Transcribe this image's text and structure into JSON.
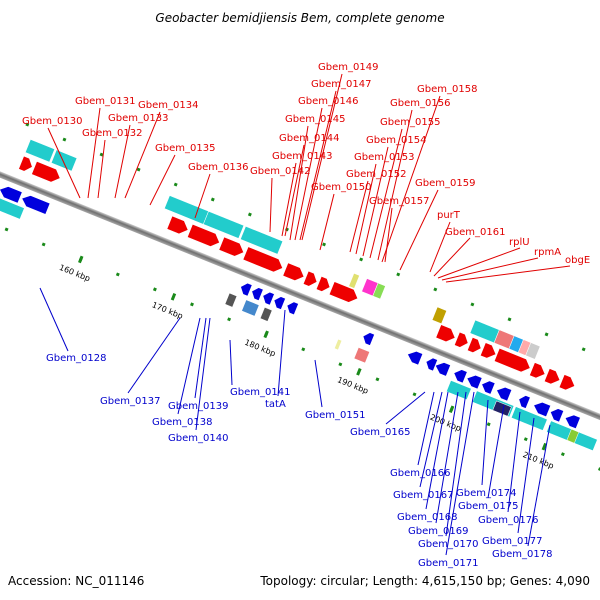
{
  "title": "Geobacter bemidjiensis Bem, complete genome",
  "accession": "Accession: NC_011146",
  "summary": "Topology: circular; Length: 4,615,150 bp; Genes: 4,090",
  "colors": {
    "top_strand_label": "#e00000",
    "bottom_strand_label": "#0000cc",
    "forward_gene": "#ee0000",
    "reverse_gene": "#0000dd",
    "cyan_feature": "#22cccc",
    "backbone": "#888888",
    "tick_mark": "#1a8a1a"
  },
  "ticks": [
    "160 kbp",
    "170 kbp",
    "180 kbp",
    "190 kbp",
    "200 kbp",
    "210 kbp"
  ],
  "top_labels": [
    "Gbem_0130",
    "Gbem_0131",
    "Gbem_0132",
    "Gbem_0133",
    "Gbem_0134",
    "Gbem_0135",
    "Gbem_0136",
    "Gbem_0142",
    "Gbem_0143",
    "Gbem_0144",
    "Gbem_0145",
    "Gbem_0146",
    "Gbem_0147",
    "Gbem_0149",
    "Gbem_0150",
    "Gbem_0152",
    "Gbem_0153",
    "Gbem_0154",
    "Gbem_0155",
    "Gbem_0156",
    "Gbem_0157",
    "Gbem_0158",
    "Gbem_0159",
    "purT",
    "Gbem_0161",
    "rplU",
    "rpmA",
    "obgE"
  ],
  "bottom_labels": [
    "Gbem_0128",
    "Gbem_0137",
    "Gbem_0138",
    "Gbem_0139",
    "Gbem_0140",
    "Gbem_0141",
    "tatA",
    "Gbem_0151",
    "Gbem_0165",
    "Gbem_0166",
    "Gbem_0167",
    "Gbem_0168",
    "Gbem_0169",
    "Gbem_0170",
    "Gbem_0171",
    "Gbem_0174",
    "Gbem_0175",
    "Gbem_0176",
    "Gbem_0177",
    "Gbem_0178"
  ]
}
